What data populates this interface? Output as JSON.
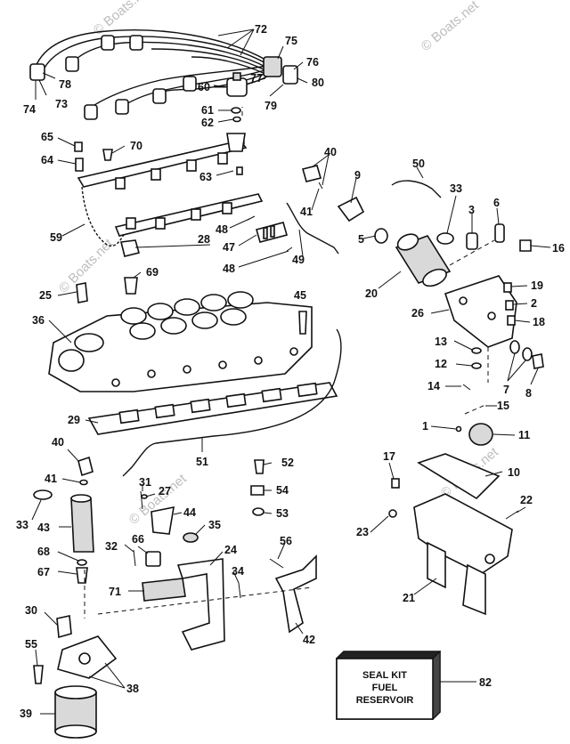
{
  "watermarks": [
    "© Boats.net",
    "© Boats.net",
    "© Boats.net",
    "© Boats.net",
    "© Boats.net"
  ],
  "seal_kit": {
    "line1": "SEAL KIT",
    "line2": "FUEL",
    "line3": "RESERVOIR",
    "ref": "82"
  },
  "callouts": {
    "c72": "72",
    "c75": "75",
    "c76": "76",
    "c77": "77",
    "c60": "60",
    "c80": "80",
    "c79": "79",
    "c78": "78",
    "c74": "74",
    "c73": "73",
    "c61": "61",
    "c62": "62",
    "c65": "65",
    "c70": "70",
    "c64": "64",
    "c63": "63",
    "c40a": "40",
    "c50": "50",
    "c9": "9",
    "c41a": "41",
    "c33a": "33",
    "c3": "3",
    "c6": "6",
    "c16": "16",
    "c59": "59",
    "c28": "28",
    "c48a": "48",
    "c47": "47",
    "c48b": "48",
    "c49": "49",
    "c5": "5",
    "c20": "20",
    "c69": "69",
    "c25": "25",
    "c19": "19",
    "c2": "2",
    "c18": "18",
    "c26": "26",
    "c36": "36",
    "c45": "45",
    "c13": "13",
    "c12": "12",
    "c7": "7",
    "c8": "8",
    "c14": "14",
    "c15": "15",
    "c1": "1",
    "c11": "11",
    "c29": "29",
    "c51": "51",
    "c40b": "40",
    "c41b": "41",
    "c31": "31",
    "c27": "27",
    "c52": "52",
    "c54": "54",
    "c53": "53",
    "c17": "17",
    "c10": "10",
    "c22": "22",
    "c33b": "33",
    "c43": "43",
    "c44": "44",
    "c35": "35",
    "c23": "23",
    "c68": "68",
    "c66": "66",
    "c32": "32",
    "c24": "24",
    "c56": "56",
    "c67": "67",
    "c34": "34",
    "c71": "71",
    "c21": "21",
    "c30": "30",
    "c42": "42",
    "c55": "55",
    "c38": "38",
    "c39": "39"
  }
}
